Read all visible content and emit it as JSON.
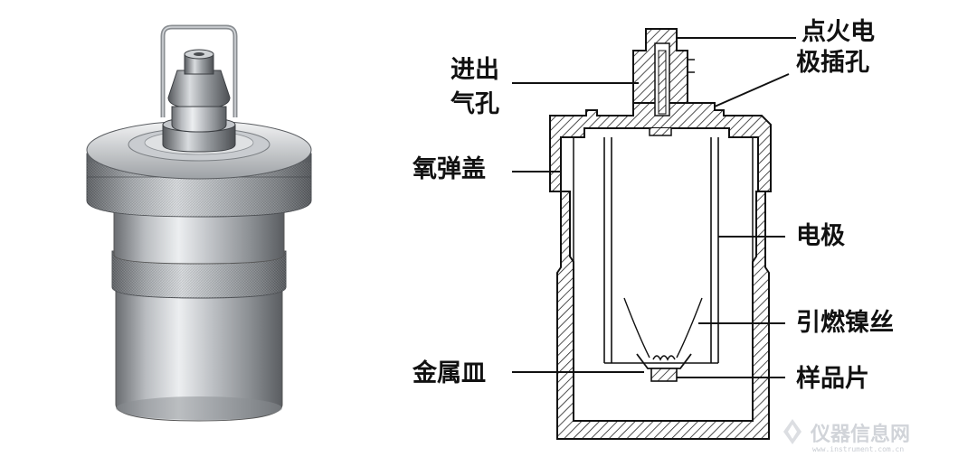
{
  "labels": {
    "ignition_electrode_hole_line1": "点火电",
    "ignition_electrode_hole_line2": "极插孔",
    "gas_port_line1": "进出",
    "gas_port_line2": "气孔",
    "bomb_cap": "氧弹盖",
    "electrode": "电极",
    "nickel_wire": "引燃镍丝",
    "metal_dish": "金属皿",
    "sample_pellet": "样品片"
  },
  "watermark": {
    "text": "仪器信息网",
    "sub": "www.instrument.com.cn"
  },
  "colors": {
    "outline": "#111111",
    "hatch": "#222222",
    "metal_light": "#e2e4e6",
    "metal_mid": "#a9acb0",
    "metal_dark": "#5c5f63"
  }
}
